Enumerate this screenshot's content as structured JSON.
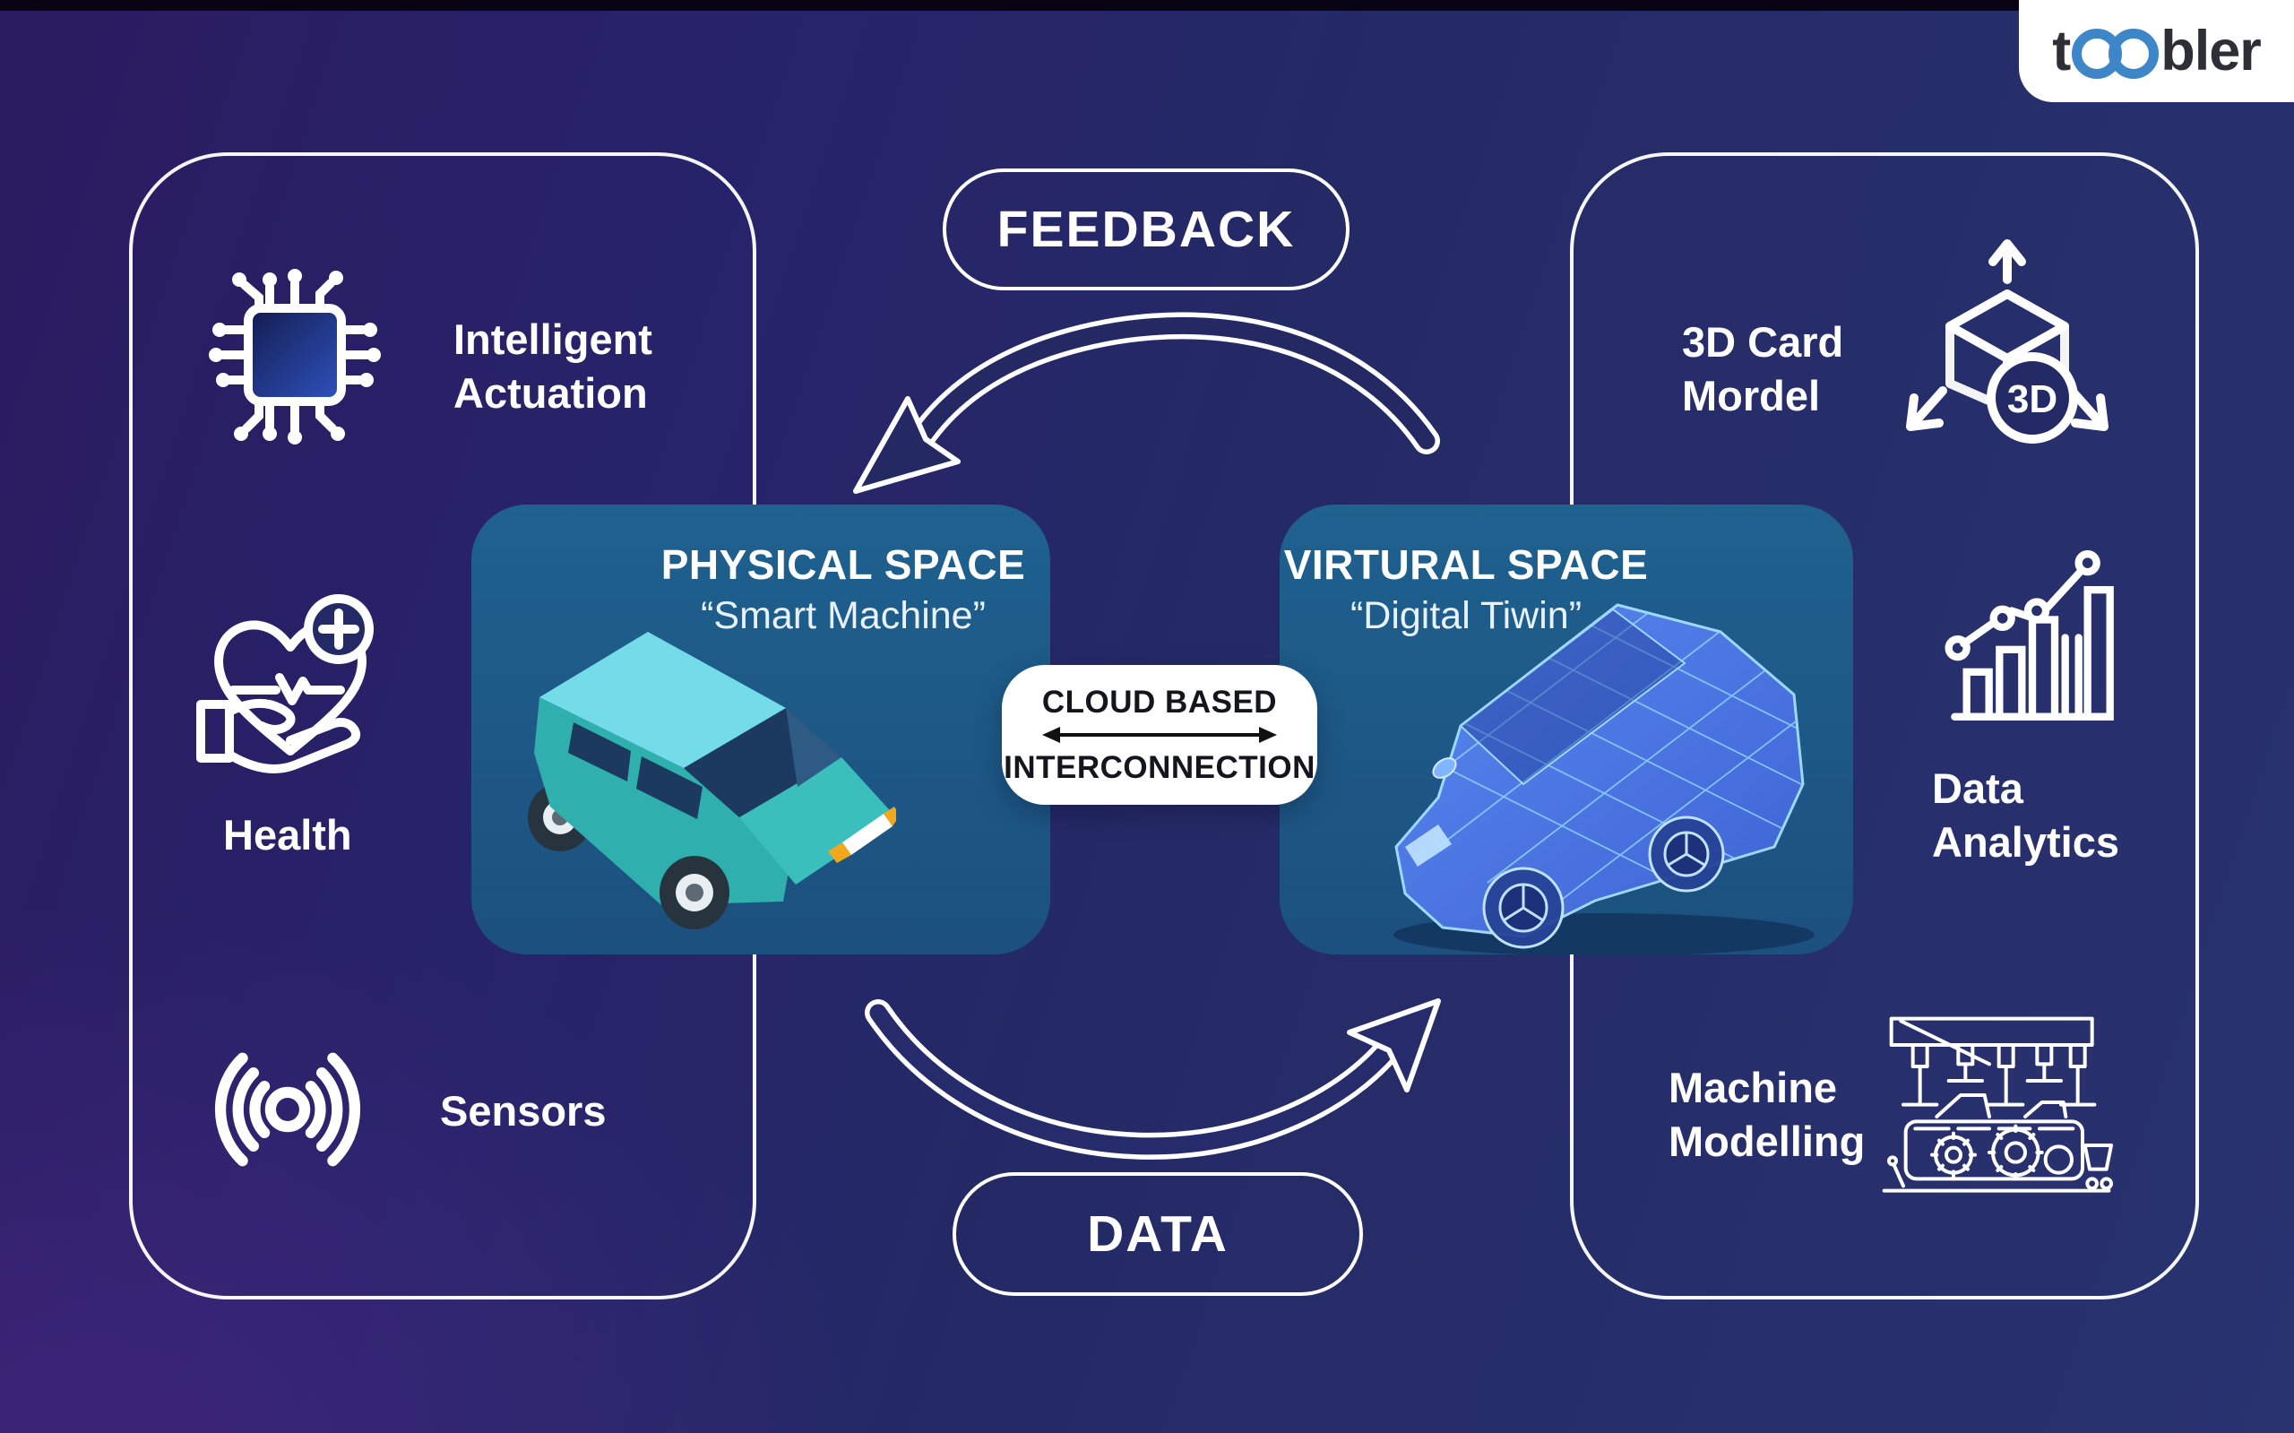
{
  "brand": {
    "logo_prefix": "t",
    "logo_suffix": "bler"
  },
  "banners": {
    "feedback": "FEEDBACK",
    "data": "DATA"
  },
  "connector": {
    "line1": "CLOUD BASED",
    "line2": "INTERCONNECTION"
  },
  "spaces": {
    "physical": {
      "title": "PHYSICAL SPACE",
      "subtitle": "“Smart Machine”"
    },
    "virtual": {
      "title": "VIRTURAL SPACE",
      "subtitle": "“Digital Tiwin”"
    }
  },
  "left_panel": {
    "items": [
      {
        "icon": "chip-icon",
        "label": "Intelligent Actuation"
      },
      {
        "icon": "heart-hand-icon",
        "label": "Health"
      },
      {
        "icon": "sensor-waves-icon",
        "label": "Sensors"
      }
    ]
  },
  "right_panel": {
    "items": [
      {
        "icon": "3d-cube-axes-icon",
        "label": "3D Card Mordel"
      },
      {
        "icon": "bar-chart-trend-icon",
        "label": "Data Analytics"
      },
      {
        "icon": "machine-line-art-icon",
        "label": "Machine Modelling"
      }
    ]
  },
  "colors": {
    "background_top_left": "#2b1b60",
    "background_mid": "#242a66",
    "background_right": "#293370",
    "panel_border": "#ffffff",
    "space_box_top": "#1f618f",
    "space_box_bottom": "#1c507e",
    "car_body_teal": "#35b9ba",
    "car_roof_teal": "#74dbe8",
    "car_window_navy": "#1c3a5f",
    "headlight_orange": "#f2a81d",
    "wireframe_fill_blue": "#4f7df0",
    "wireframe_line_cyan": "#9fd8ff",
    "logo_ring_blue": "#3d86c8",
    "logo_text": "#2e2e36",
    "connector_text": "#15151d"
  }
}
